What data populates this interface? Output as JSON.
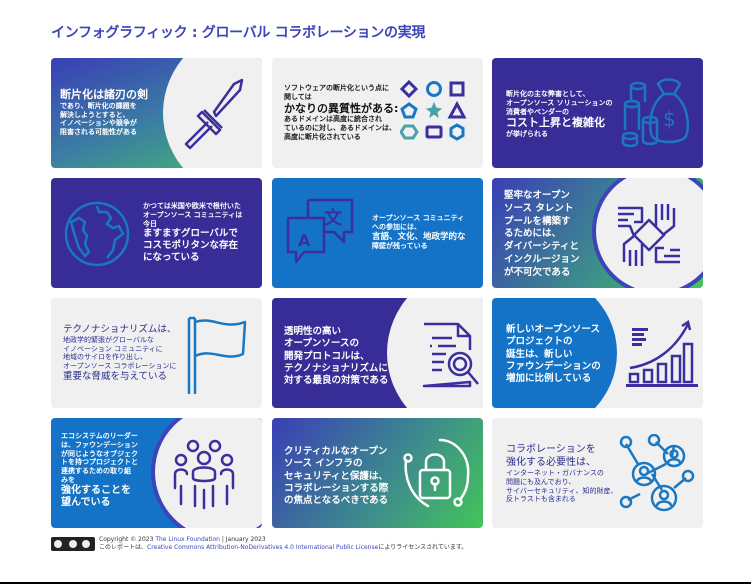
{
  "title": "インフォグラフィック : グローバル コラボレーションの実現",
  "colors": {
    "title": "#3b44b8",
    "purple": "#382c96",
    "blue": "#1473c6",
    "gray": "#f0f0f1",
    "gradient_start": "#3a3fb5",
    "gradient_end": "#44b86a",
    "icon_purple": "#3b2f9e",
    "icon_blue": "#1a78c2"
  },
  "cards": [
    {
      "icon": "sword-icon",
      "lines": [
        "断片化は諸刃の剣",
        "であり、断片化の課題を",
        "解決しようとすると、",
        "イノベーションや競争が",
        "阻害される可能性がある"
      ]
    },
    {
      "icon": "shapes-icon",
      "lines": [
        "ソフトウェアの断片化という点に",
        "関しては",
        "かなりの異質性がある:",
        "あるドメインは高度に統合され",
        "ているのに対し、あるドメインは、",
        "高度に断片化されている"
      ]
    },
    {
      "icon": "money-bag-icon",
      "lines": [
        "断片化の主な弊害として、",
        "オープンソース ソリューションの",
        "消費者やベンダーの",
        "コスト上昇と複雑化",
        "が挙げられる"
      ]
    },
    {
      "icon": "globe-icon",
      "lines": [
        "かつては米国や欧米で根付いた",
        "オープンソース コミュニティは",
        "今日",
        "ますますグローバルで",
        "コスモポリタンな存在",
        "になっている"
      ]
    },
    {
      "icon": "translate-icon",
      "lines": [
        "オープンソース コミュニティ",
        "への参加には、",
        "言語、文化、地政学的な",
        "障壁が残っている"
      ]
    },
    {
      "icon": "hands-icon",
      "lines": [
        "堅牢なオープン",
        "ソース タレント",
        "プールを構築す",
        "るためには、",
        "ダイバーシティと",
        "インクルージョン",
        "が不可欠である"
      ]
    },
    {
      "icon": "flag-icon",
      "lines": [
        "テクノナショナリズムは、",
        "地政学的緊張がグローバルな",
        "イノベーション コミュニティに",
        "地域のサイロを作り出し、",
        "オープンソース コラボレーションに",
        "重要な脅威を与えている"
      ]
    },
    {
      "icon": "document-search-icon",
      "lines": [
        "透明性の高い",
        "オープンソースの",
        "開発プロトコルは、",
        "テクノナショナリズムに",
        "対する最良の対策である"
      ]
    },
    {
      "icon": "growth-chart-icon",
      "lines": [
        "新しいオープンソース",
        "プロジェクトの",
        "誕生は、新しい",
        "ファウンデーションの",
        "増加に比例している"
      ]
    },
    {
      "icon": "people-group-icon",
      "lines": [
        "エコシステムのリーダー",
        "は、ファウンデーション",
        "が同じようなオブジェク",
        "トを持つプロジェクトと",
        "連携するための取り組",
        "みを",
        "強化することを",
        "望んでいる"
      ]
    },
    {
      "icon": "lock-icon",
      "lines": [
        "クリティカルなオープン",
        "ソース インフラの",
        "セキュリティと保護は、",
        "コラボレーションする際",
        "の焦点となるべきである"
      ]
    },
    {
      "icon": "network-icon",
      "lines": [
        "コラボレーションを",
        "強化する必要性は、",
        "インターネット・ガバナンスの",
        "問題にも及んでおり、",
        "サイバーセキュリティ、知的財産、",
        "反トラストも含まれる"
      ]
    }
  ],
  "footer": {
    "copyright_prefix": "Copyright © 2023 ",
    "org": "The Linux Foundation",
    "date": " | January 2023",
    "license_prefix": "このレポートは、",
    "license": "Creative Commons Attribution-NoDerivatives 4.0 International Public License",
    "license_suffix": "によりライセンスされています。",
    "cc_badge": "CC BY-ND"
  }
}
